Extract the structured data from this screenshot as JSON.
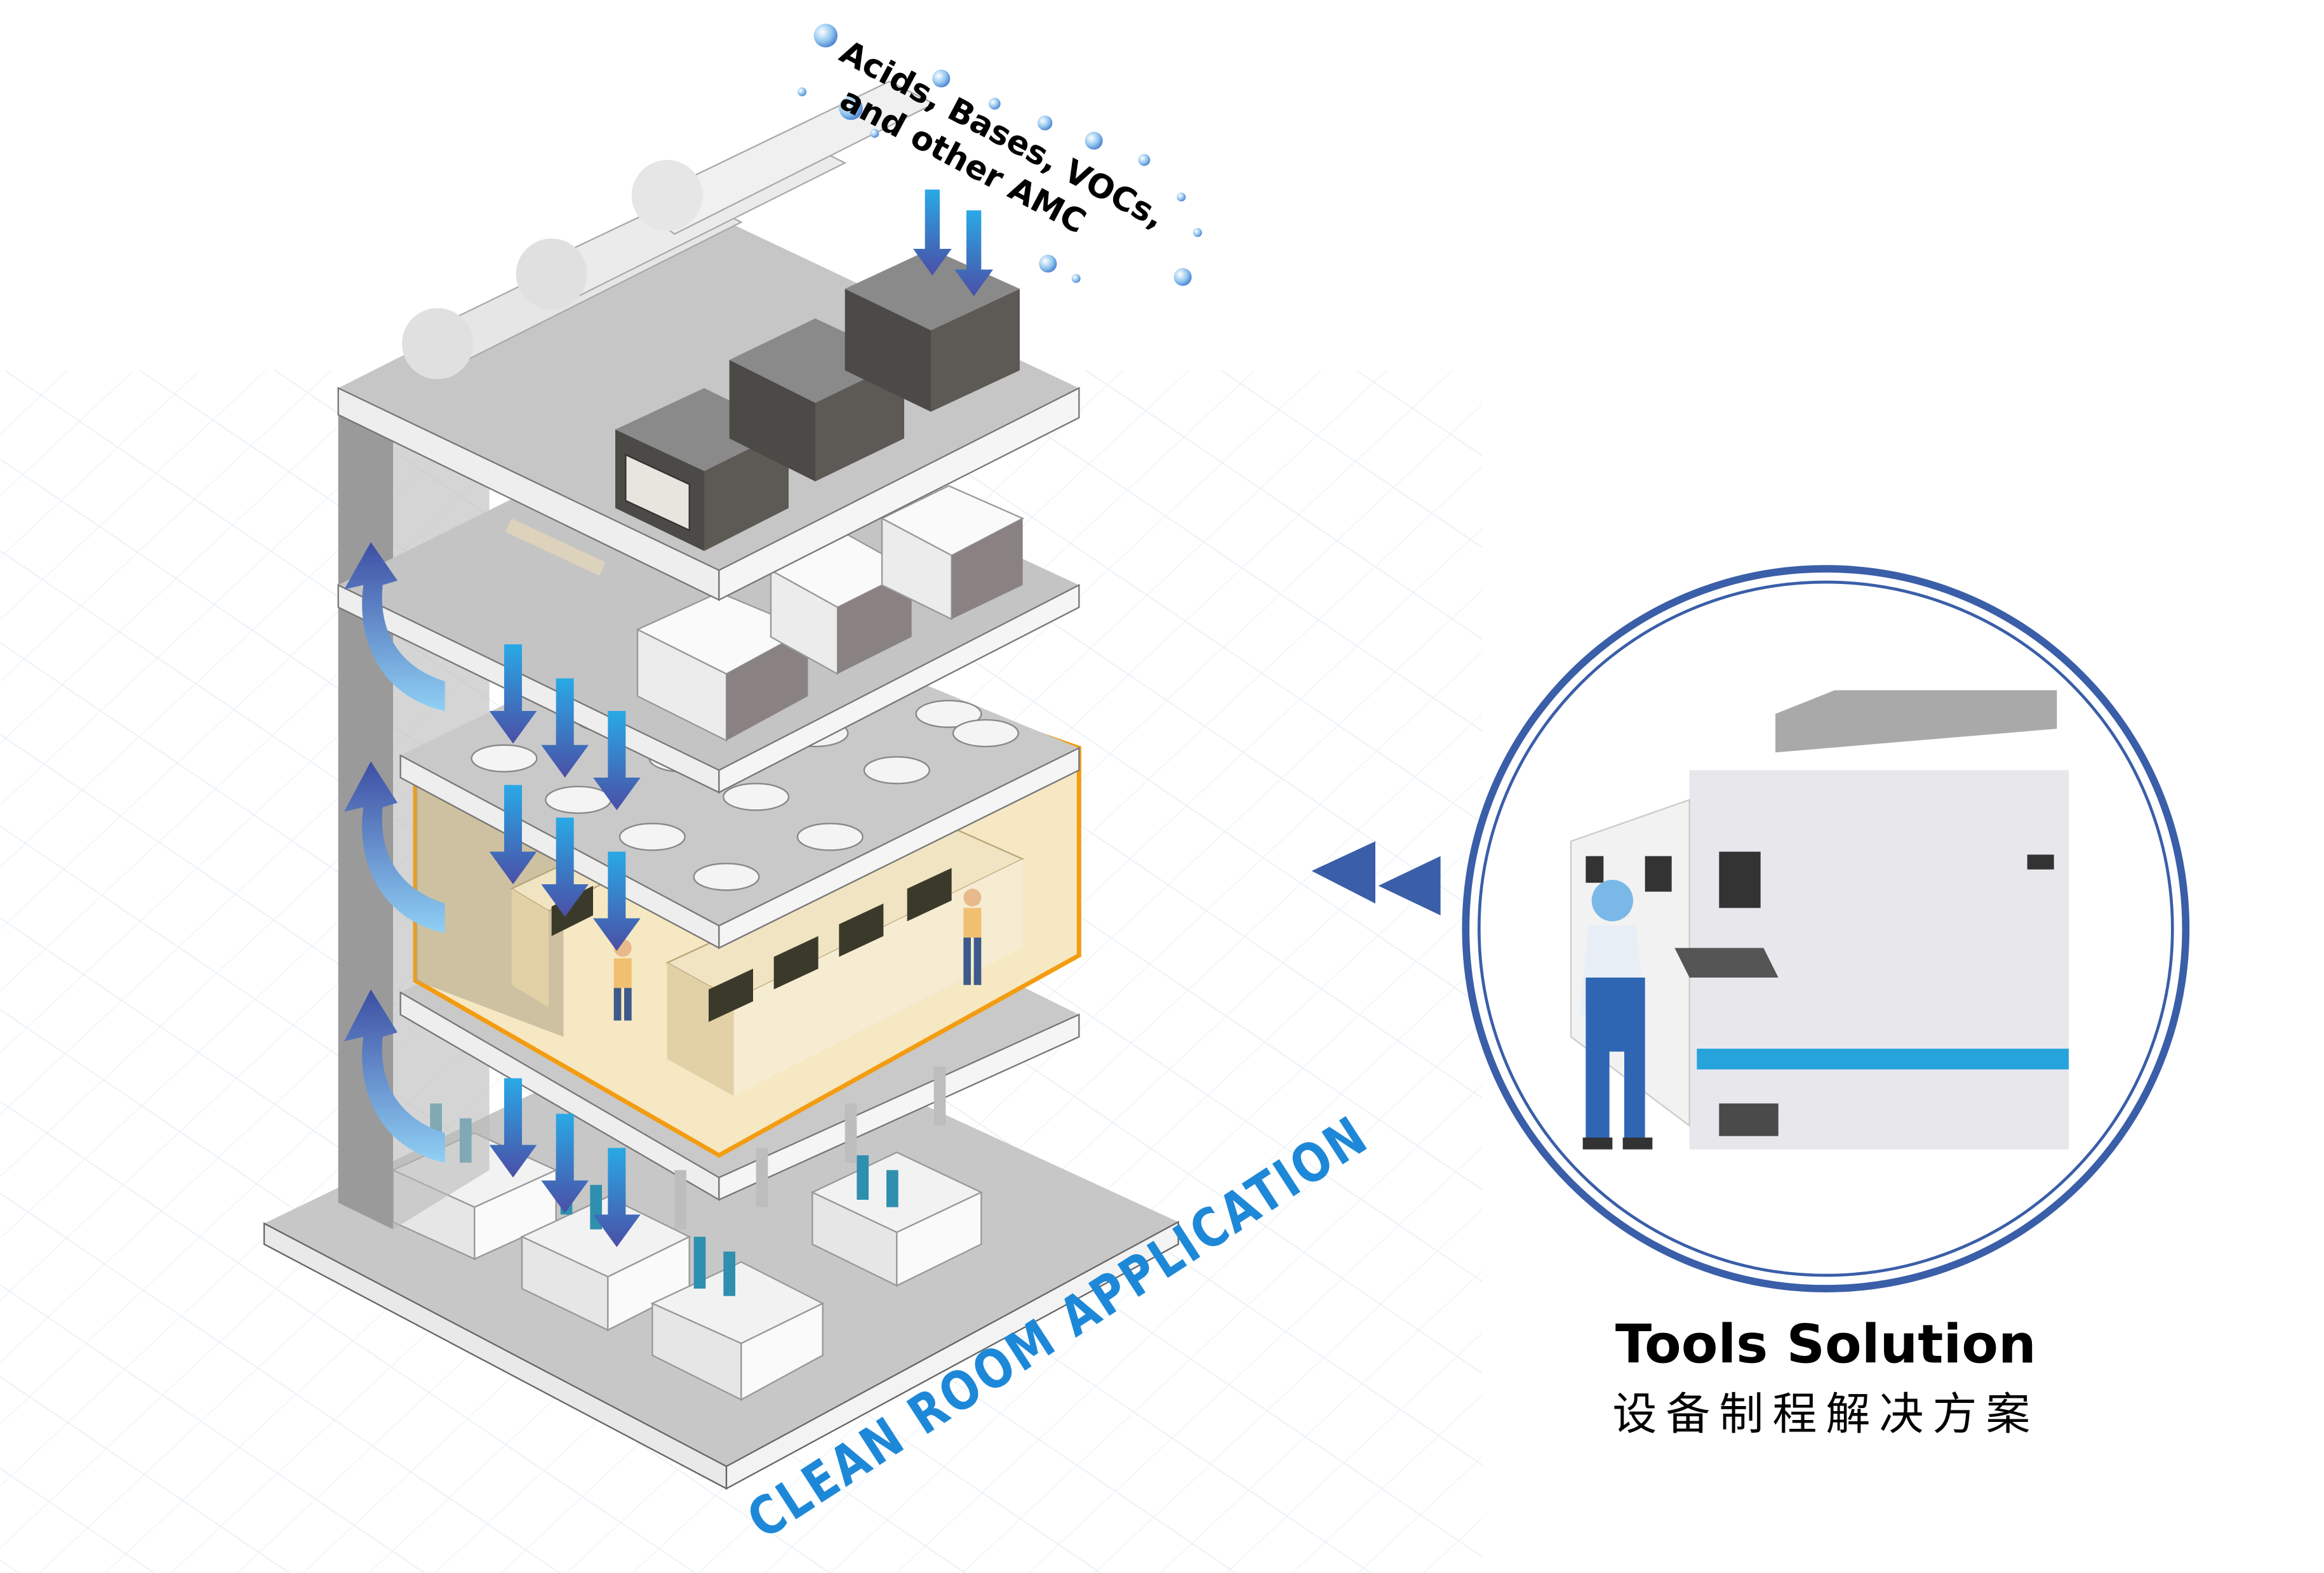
{
  "amc_label": {
    "line1": "Acids, Bases, VOCs,",
    "line2": "and other AMC"
  },
  "building_caption": "CLEAN ROOM APPLICATION",
  "tools": {
    "title": "Tools Solution",
    "subtitle": "设备制程解决方案"
  },
  "colors": {
    "accent_blue": "#3a5ea8",
    "room_highlight": "#f39c12",
    "caption_blue": "#1e88d8",
    "slab_gray": "#c9c9c9"
  }
}
